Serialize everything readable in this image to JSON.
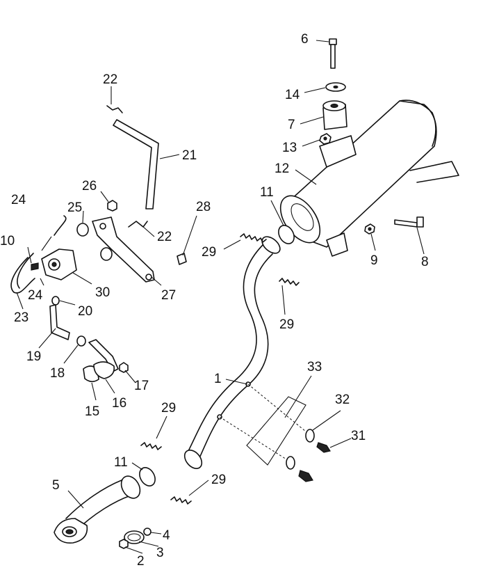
{
  "callouts": {
    "c1": "1",
    "c2": "2",
    "c3": "3",
    "c4": "4",
    "c5": "5",
    "c6": "6",
    "c7": "7",
    "c8": "8",
    "c9": "9",
    "c10": "10",
    "c11a": "11",
    "c11b": "11",
    "c12": "12",
    "c13": "13",
    "c14": "14",
    "c15": "15",
    "c16": "16",
    "c17": "17",
    "c18": "18",
    "c19": "19",
    "c20": "20",
    "c21": "21",
    "c22a": "22",
    "c22b": "22",
    "c23": "23",
    "c24a": "24",
    "c24b": "24",
    "c25": "25",
    "c26": "26",
    "c27": "27",
    "c28": "28",
    "c29a": "29",
    "c29b": "29",
    "c29c": "29",
    "c29d": "29",
    "c30": "30",
    "c31": "31",
    "c32": "32",
    "c33": "33"
  }
}
